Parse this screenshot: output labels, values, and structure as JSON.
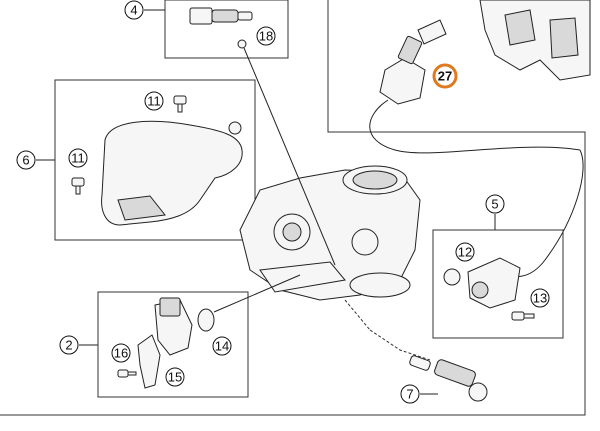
{
  "diagram": {
    "highlight_color": "#e07a1f",
    "callouts": [
      {
        "id": "c4",
        "label": "4"
      },
      {
        "id": "c18",
        "label": "18"
      },
      {
        "id": "c27",
        "label": "27",
        "highlighted": true
      },
      {
        "id": "c11a",
        "label": "11"
      },
      {
        "id": "c6",
        "label": "6"
      },
      {
        "id": "c11b",
        "label": "11"
      },
      {
        "id": "c5",
        "label": "5"
      },
      {
        "id": "c12",
        "label": "12"
      },
      {
        "id": "c13",
        "label": "13"
      },
      {
        "id": "c2",
        "label": "2"
      },
      {
        "id": "c14",
        "label": "14"
      },
      {
        "id": "c16",
        "label": "16"
      },
      {
        "id": "c15",
        "label": "15"
      },
      {
        "id": "c7",
        "label": "7"
      }
    ]
  }
}
